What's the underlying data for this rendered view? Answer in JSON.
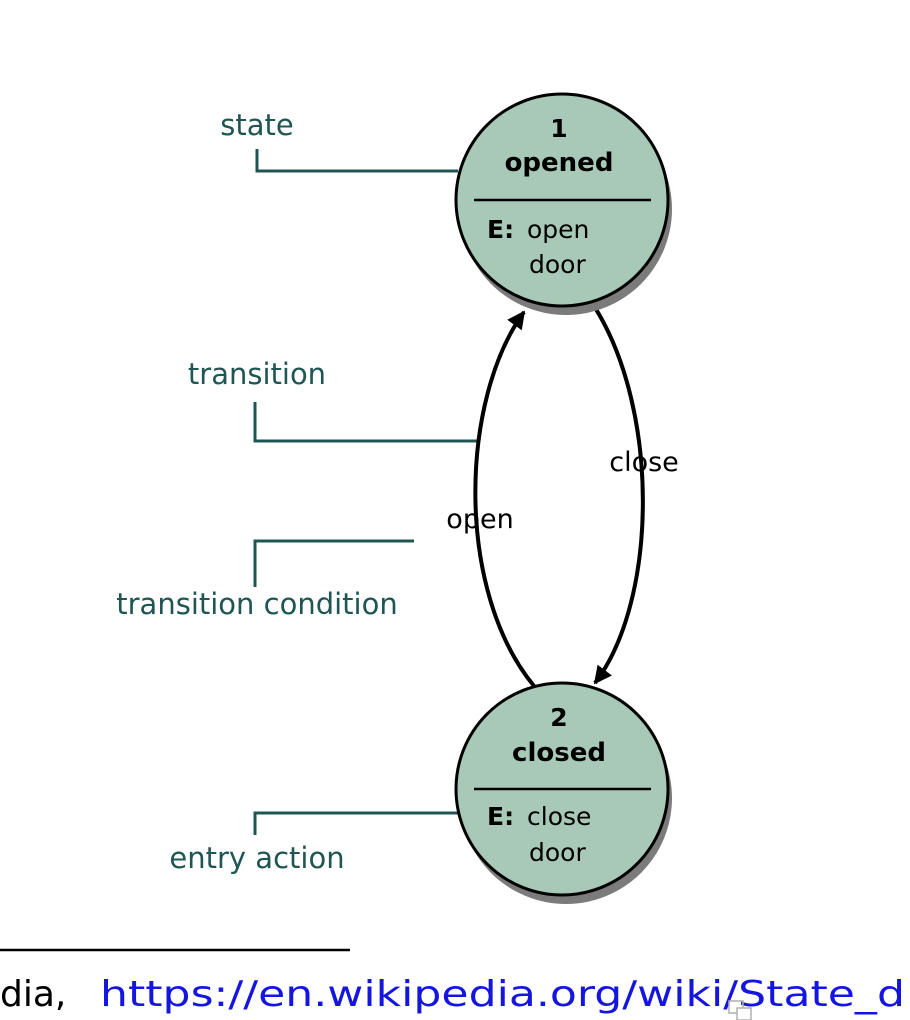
{
  "annotations": {
    "state": "state",
    "transition": "transition",
    "transition_condition": "transition condition",
    "entry_action": "entry action"
  },
  "states": [
    {
      "number": "1",
      "name": "opened",
      "entry_key": "E:",
      "entry_line1": "open",
      "entry_line2": "door"
    },
    {
      "number": "2",
      "name": "closed",
      "entry_key": "E:",
      "entry_line1": "close",
      "entry_line2": "door"
    }
  ],
  "transitions": {
    "open_label": "open",
    "close_label": "close"
  },
  "footer": {
    "source_prefix": "dia,",
    "link_text": "https://en.wikipedia.org/wiki/State_d"
  },
  "colors": {
    "state_fill": "#a8c8b8",
    "annotation": "#1f5553",
    "link": "#1515e0"
  }
}
